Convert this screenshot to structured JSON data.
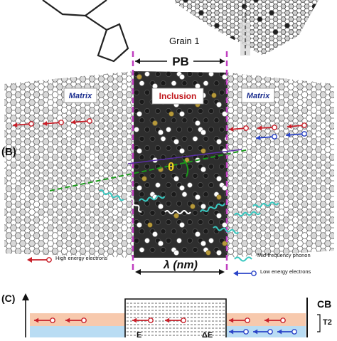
{
  "top": {
    "grain_label": "Grain 1"
  },
  "panel_b": {
    "label": "(B)",
    "pb_label": "PB",
    "left_region": "Matrix",
    "center_region": "Inclusion",
    "right_region": "Matrix",
    "theta_label": "θ",
    "lambda_label": "λ (nm)"
  },
  "legend": {
    "high_energy": "High energy electrons",
    "mid_phonon": "Mid-frequency phonon",
    "low_energy": "Low energy electrons"
  },
  "panel_c": {
    "label": "(C)",
    "cb_label": "CB",
    "t2_label": "T2",
    "ef_label": "E",
    "delta_ef_label": "ΔE"
  },
  "colors": {
    "matrix_label": "#1c2f8f",
    "inclusion_label": "#c0151b",
    "inclusion_bg": "#2e2e2e",
    "pb_line": "#c03fc0",
    "red_arrow": "#c8202a",
    "blue_arrow": "#2b45c8",
    "green_line": "#1b9a1b",
    "phonon": "#38c8c0",
    "band_orange": "#f7c9ad",
    "band_blue": "#b9dcf3"
  }
}
